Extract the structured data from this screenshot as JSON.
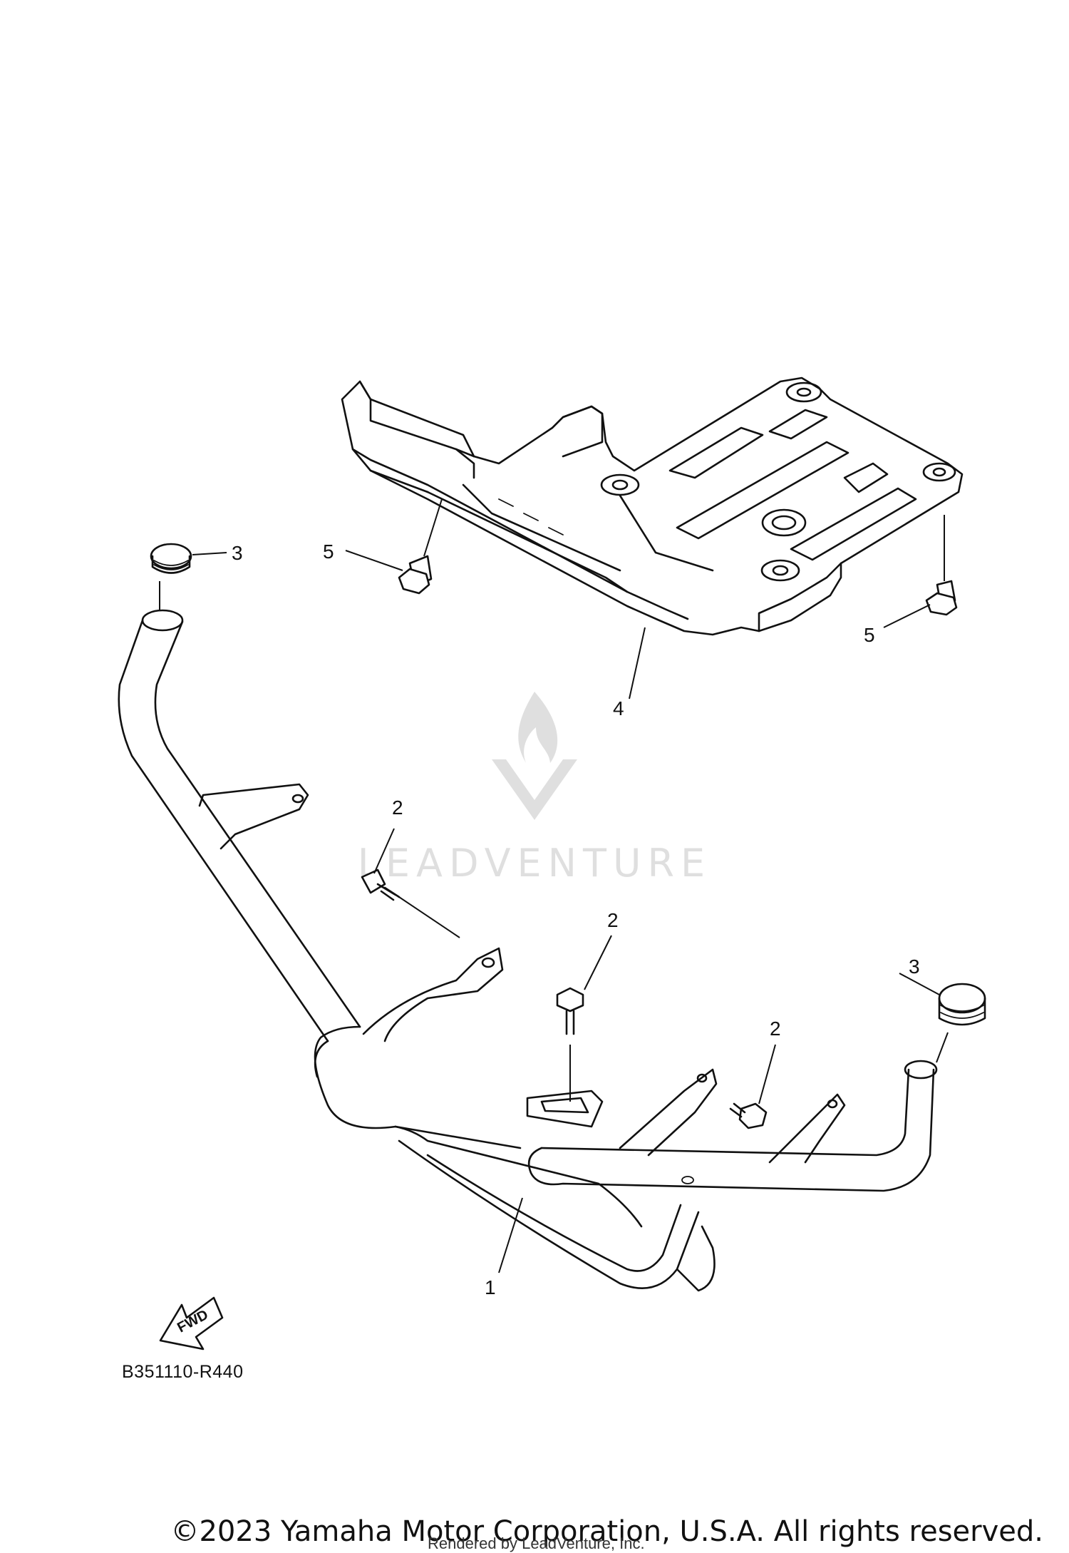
{
  "diagram": {
    "code": "B351110-R440",
    "fwd_label": "FWD",
    "callouts": [
      {
        "id": "c1",
        "label": "1"
      },
      {
        "id": "c2a",
        "label": "2"
      },
      {
        "id": "c2b",
        "label": "2"
      },
      {
        "id": "c2c",
        "label": "2"
      },
      {
        "id": "c3a",
        "label": "3"
      },
      {
        "id": "c3b",
        "label": "3"
      },
      {
        "id": "c4",
        "label": "4"
      },
      {
        "id": "c5a",
        "label": "5"
      },
      {
        "id": "c5b",
        "label": "5"
      }
    ]
  },
  "watermark": {
    "text": "LEADVENTURE"
  },
  "footer": {
    "copyright": "©2023 Yamaha Motor Corporation, U.S.A. All rights reserved.",
    "rendered_by": "Rendered by LeadVenture, Inc."
  }
}
